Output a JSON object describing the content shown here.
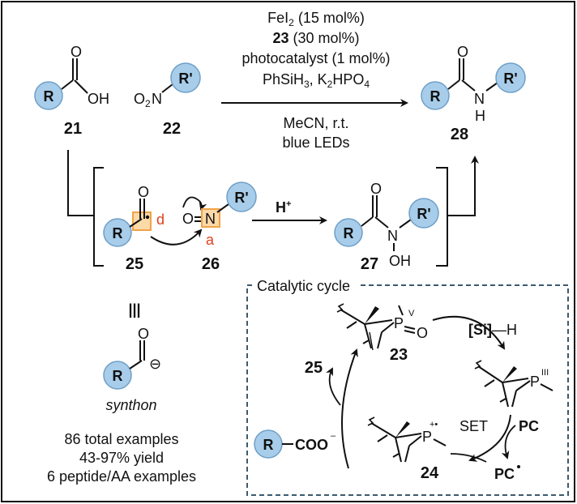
{
  "conditions": {
    "line1_prefix": "FeI",
    "line1_sub": "2",
    "line1_suffix": " (15 mol%)",
    "line2_bold": "23",
    "line2_rest": " (30 mol%)",
    "line3": "photocatalyst (1 mol%)",
    "line4_a": "PhSiH",
    "line4_a_sub": "3",
    "line4_b": ", K",
    "line4_b_sub": "2",
    "line4_c": "HPO",
    "line4_c_sub": "4",
    "line5": "MeCN, r.t.",
    "line6": "blue LEDs"
  },
  "compounds": {
    "c21": "21",
    "c22": "22",
    "c23": "23",
    "c24": "24",
    "c25": "25",
    "c26": "26",
    "c27": "27",
    "c28": "28"
  },
  "atoms": {
    "R": "R",
    "R_prime": "R'",
    "O": "O",
    "OH": "OH",
    "N": "N",
    "H": "H",
    "O2_main": "O",
    "O2_sub": "2",
    "P": "P",
    "COO": "COO",
    "minus": "–",
    "ominus": "⊖"
  },
  "labels": {
    "d": "d",
    "a": "a",
    "h_plus": "H",
    "h_plus_sup": "+",
    "equiv": "|||",
    "synthon": "synthon",
    "catalytic_cycle": "Catalytic cycle",
    "v": "V",
    "iii": "III",
    "si_h": "[Si]",
    "si_h_tail": "—H",
    "set": "SET",
    "pc": "PC",
    "pc_dot": "PC",
    "radical_plus": "+•"
  },
  "stats": {
    "line1": "86 total examples",
    "line2": "43-97% yield",
    "line3": "6 peptide/AA examples"
  },
  "colors": {
    "r_circle": "#a7cdea",
    "r_circle_stroke": "#6f9fc7",
    "highlight_box": "#f0a347",
    "highlight_fill": "#fbd9a8",
    "label_red": "#e0411f",
    "dashed_box": "#3d5a6e"
  }
}
